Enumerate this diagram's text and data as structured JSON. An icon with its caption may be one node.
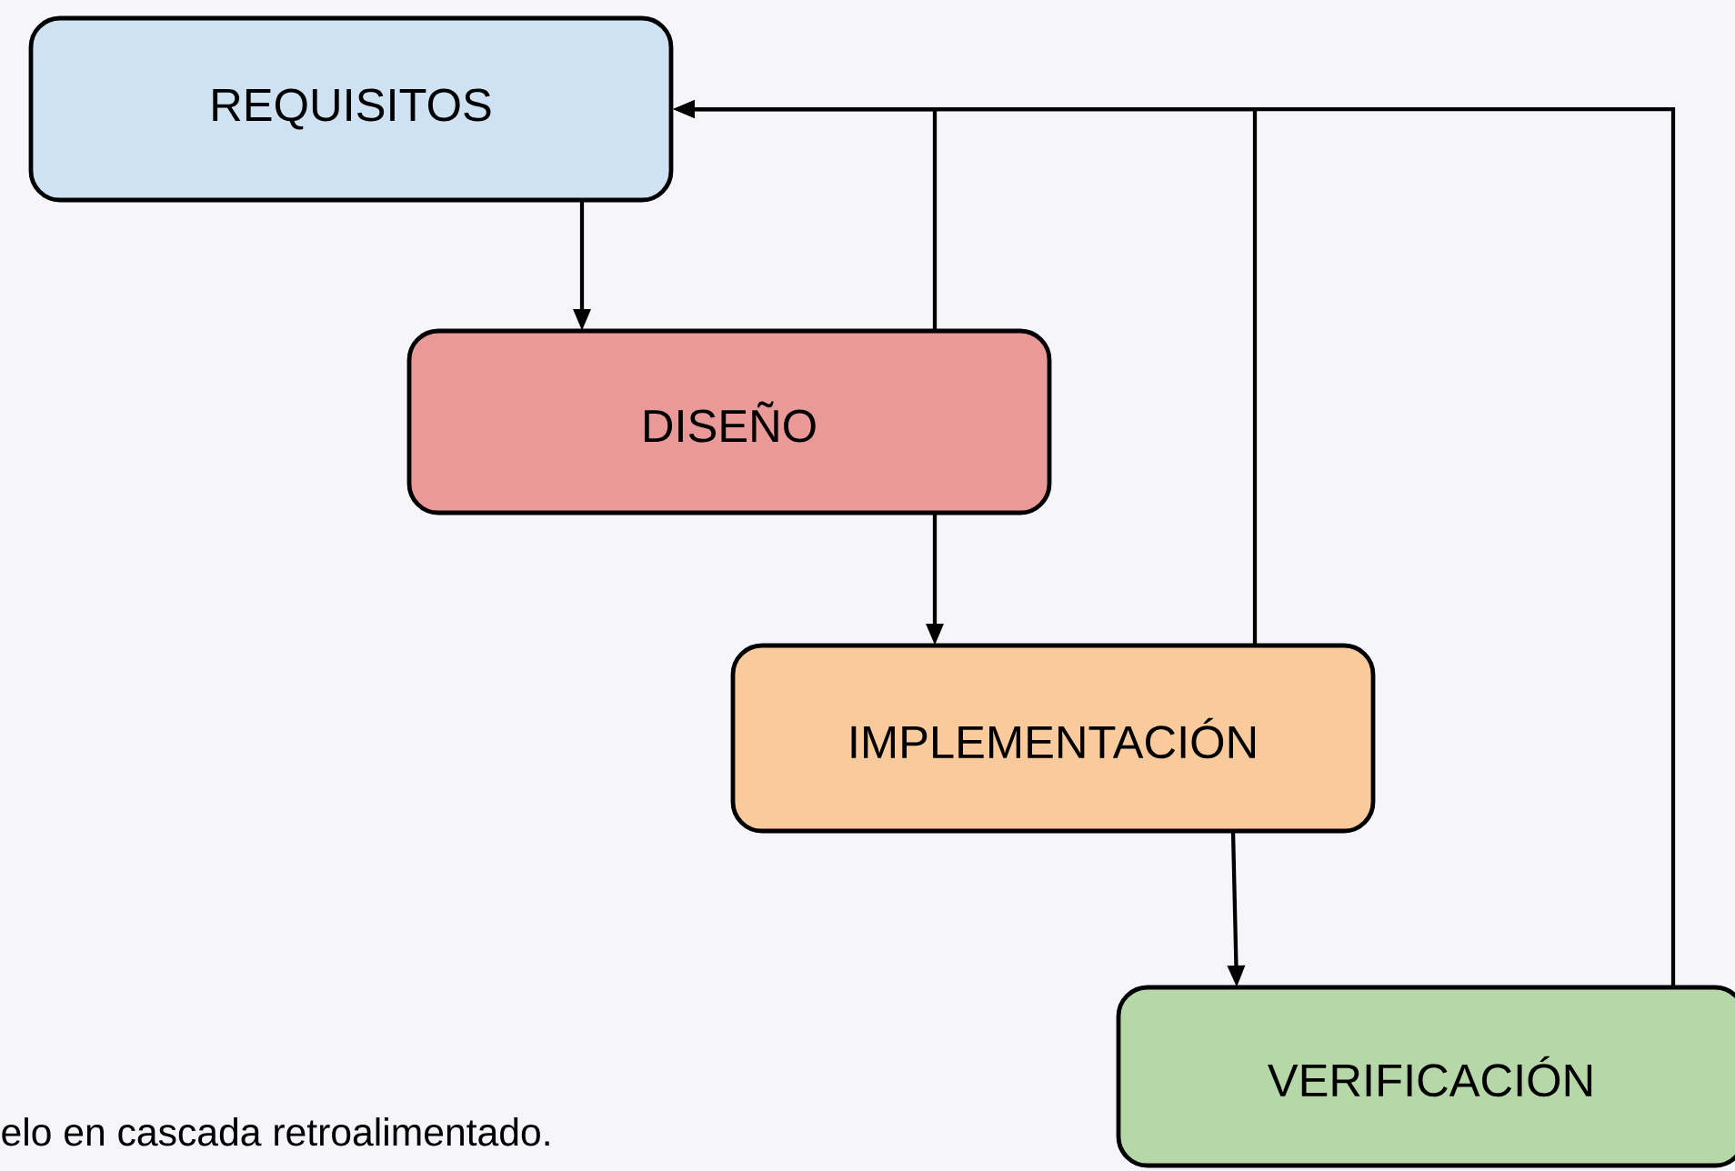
{
  "diagram": {
    "caption": "elo en cascada retroalimentado.",
    "nodes": [
      {
        "text": [
          "REQUISITOS"
        ]
      },
      {
        "text": [
          "DISEÑO"
        ]
      },
      {
        "text": [
          "IMPLEMENTACIÓN"
        ]
      },
      {
        "text": [
          "VERIFICACIÓN"
        ]
      }
    ],
    "edges": [
      {
        "from": 0,
        "to": 1,
        "arrow": "to"
      },
      {
        "from": 1,
        "to": 2,
        "arrow": "to"
      },
      {
        "from": 2,
        "to": 3,
        "arrow": "to"
      },
      {
        "from": 1,
        "to": 0,
        "arrow": "to"
      },
      {
        "from": 2,
        "to": 0,
        "arrow": "to"
      },
      {
        "from": 3,
        "to": 0,
        "arrow": "to"
      }
    ]
  }
}
